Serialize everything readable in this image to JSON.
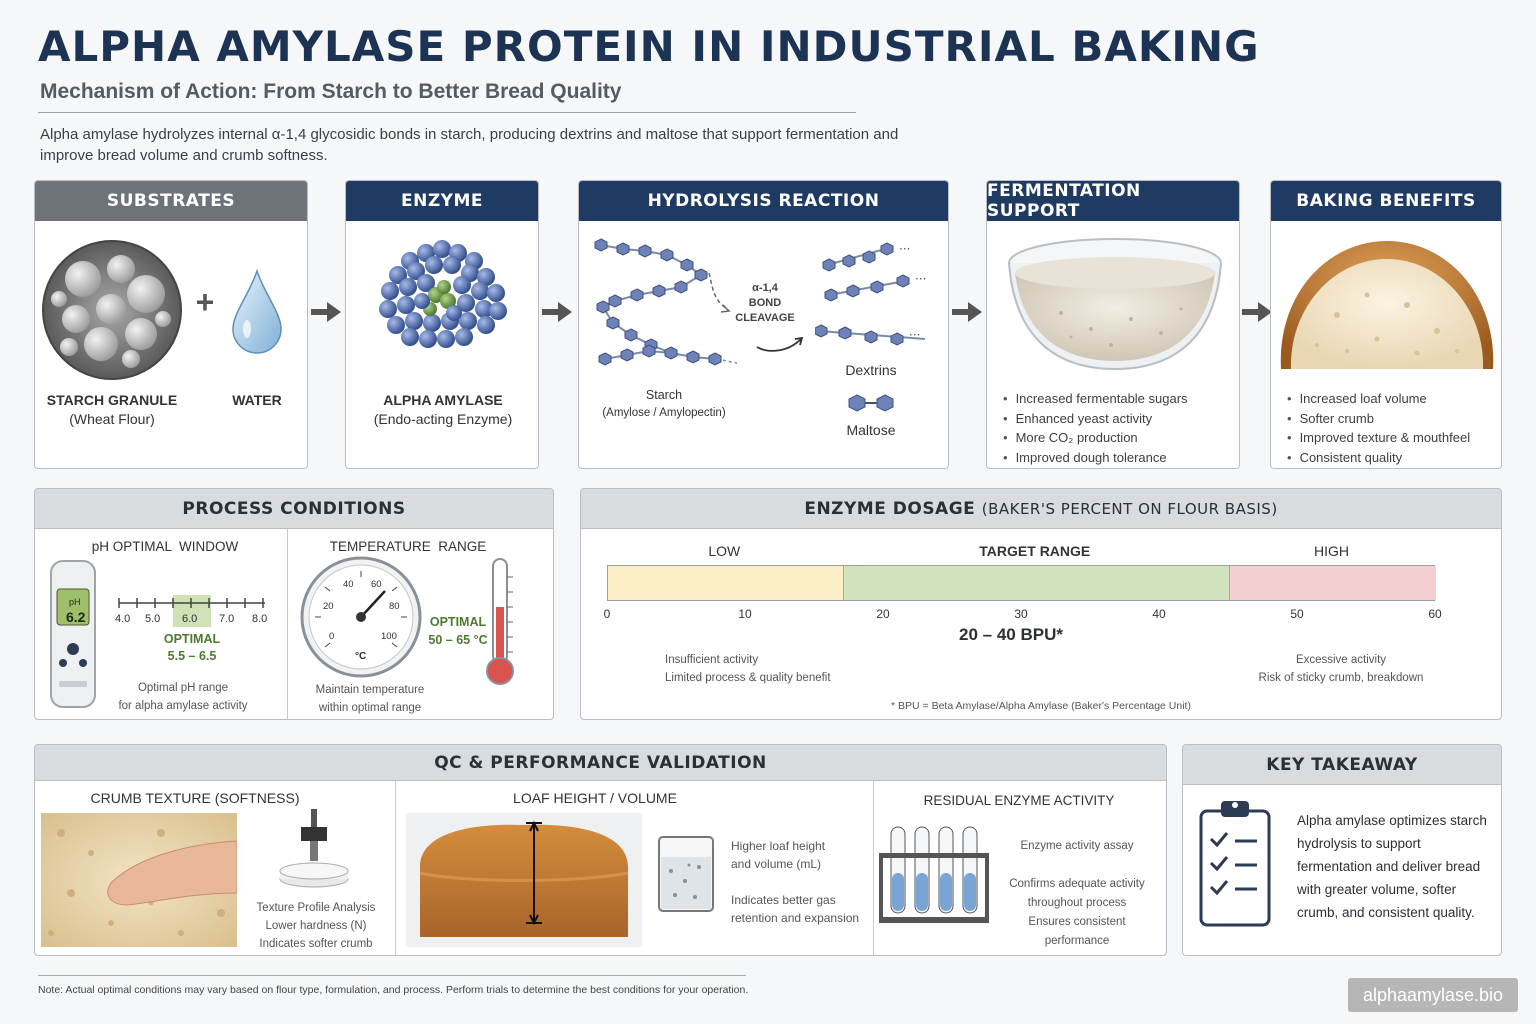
{
  "header": {
    "title": "ALPHA AMYLASE PROTEIN IN INDUSTRIAL BAKING",
    "subtitle": "Mechanism of Action: From Starch to Better Bread Quality",
    "intro": "Alpha amylase hydrolyzes internal α-1,4 glycosidic bonds in starch, producing dextrins and maltose that support fermentation and improve bread volume and crumb softness."
  },
  "substrates": {
    "title": "SUBSTRATES",
    "starch_label": "STARCH GRANULE",
    "starch_sub": "(Wheat Flour)",
    "plus": "+",
    "water_label": "WATER"
  },
  "enzyme": {
    "title": "ENZYME",
    "label": "ALPHA AMYLASE",
    "sub": "(Endo-acting Enzyme)"
  },
  "hydrolysis": {
    "title": "HYDROLYSIS REACTION",
    "cleavage_line1": "α-1,4",
    "cleavage_line2": "BOND",
    "cleavage_line3": "CLEAVAGE",
    "starch_label": "Starch",
    "starch_sub": "(Amylose / Amylopectin)",
    "dextrins": "Dextrins",
    "maltose": "Maltose"
  },
  "fermentation": {
    "title": "FERMENTATION SUPPORT",
    "bullets": [
      "Increased fermentable sugars",
      "Enhanced yeast activity",
      "More CO₂ production",
      "Improved dough tolerance"
    ]
  },
  "benefits": {
    "title": "BAKING BENEFITS",
    "bullets": [
      "Increased loaf volume",
      "Softer crumb",
      "Improved texture & mouthfeel",
      "Consistent quality"
    ]
  },
  "process": {
    "title": "PROCESS CONDITIONS",
    "ph": {
      "heading": "pH OPTIMAL  WINDOW",
      "meter_label": "pH",
      "meter_value": "6.2",
      "ticks": [
        "4.0",
        "5.0",
        "6.0",
        "7.0",
        "8.0"
      ],
      "optimal_label": "OPTIMAL",
      "optimal_range": "5.5 – 6.5",
      "caption1": "Optimal pH range",
      "caption2": "for alpha amylase activity"
    },
    "temp": {
      "heading": "TEMPERATURE  RANGE",
      "dial_ticks": [
        "0",
        "20",
        "40",
        "60",
        "80",
        "100"
      ],
      "unit": "°C",
      "optimal_label": "OPTIMAL",
      "optimal_range": "50 – 65 °C",
      "caption1": "Maintain temperature",
      "caption2": "within optimal range"
    }
  },
  "dosage": {
    "title": "ENZYME DOSAGE",
    "title_sub": "(BAKER'S PERCENT ON FLOUR BASIS)",
    "zones": [
      {
        "label": "LOW",
        "from": 0,
        "to": 17,
        "color": "#fbefc8"
      },
      {
        "label": "TARGET RANGE",
        "from": 17,
        "to": 45,
        "color": "#d2e2bd"
      },
      {
        "label": "HIGH",
        "from": 45,
        "to": 60,
        "color": "#f3cfd1"
      }
    ],
    "scale_min": 0,
    "scale_max": 60,
    "ticks": [
      "0",
      "10",
      "20",
      "30",
      "40",
      "50",
      "60"
    ],
    "target_text": "20 – 40 BPU*",
    "low_note1": "Insufficient activity",
    "low_note2": "Limited process & quality benefit",
    "high_note1": "Excessive activity",
    "high_note2": "Risk of sticky crumb, breakdown",
    "footnote": "* BPU = Beta Amylase/Alpha Amylase (Baker's Percentage Unit)"
  },
  "qc": {
    "title": "QC & PERFORMANCE VALIDATION",
    "crumb": {
      "heading": "CRUMB TEXTURE (SOFTNESS)",
      "line1": "Texture Profile Analysis",
      "line2": "Lower hardness (N)",
      "line3": "Indicates softer crumb"
    },
    "loaf": {
      "heading": "LOAF HEIGHT / VOLUME",
      "line1": "Higher loaf height",
      "line2": "and volume (mL)",
      "line3": "Indicates better gas",
      "line4": "retention and expansion"
    },
    "residual": {
      "heading": "RESIDUAL ENZYME ACTIVITY",
      "line1": "Enzyme activity assay",
      "line2": "Confirms adequate activity",
      "line3": "throughout process",
      "line4": "Ensures consistent performance"
    }
  },
  "takeaway": {
    "title": "KEY TAKEAWAY",
    "text": "Alpha amylase optimizes starch hydrolysis to support fermentation and deliver bread with greater volume, softer crumb, and consistent quality."
  },
  "footer": {
    "note": "Note: Actual optimal conditions may vary based on flour type, formulation, and process. Perform trials to determine the best conditions for your operation.",
    "watermark": "alphaamylase.bio"
  },
  "colors": {
    "navy": "#1f3a63",
    "grey_header": "#6e7379",
    "optimal_green": "#4d7a2e",
    "enzyme_blue": "#4a66b0"
  }
}
